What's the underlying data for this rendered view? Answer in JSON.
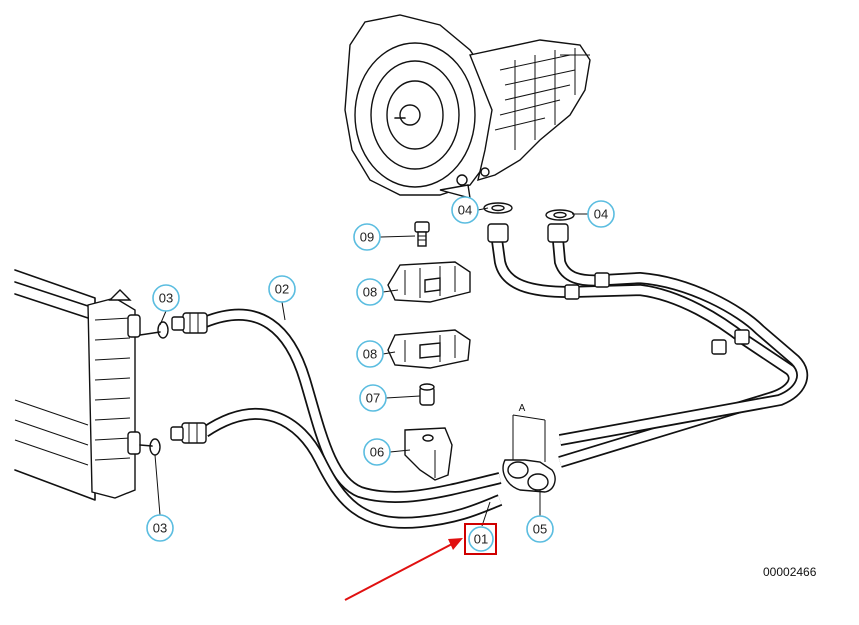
{
  "diagram": {
    "reference_number": "00002466",
    "section_label": "A",
    "callouts": [
      {
        "id": "c-01",
        "label": "01",
        "highlighted": true
      },
      {
        "id": "c-02",
        "label": "02"
      },
      {
        "id": "c-03a",
        "label": "03"
      },
      {
        "id": "c-03b",
        "label": "03"
      },
      {
        "id": "c-04a",
        "label": "04"
      },
      {
        "id": "c-04b",
        "label": "04"
      },
      {
        "id": "c-05",
        "label": "05"
      },
      {
        "id": "c-06",
        "label": "06"
      },
      {
        "id": "c-07",
        "label": "07"
      },
      {
        "id": "c-08a",
        "label": "08"
      },
      {
        "id": "c-08b",
        "label": "08"
      },
      {
        "id": "c-09",
        "label": "09"
      }
    ],
    "colors": {
      "callout_ring": "#5bbde0",
      "highlight_box": "#d00000",
      "arrow": "#e01010",
      "line": "#111111"
    }
  }
}
